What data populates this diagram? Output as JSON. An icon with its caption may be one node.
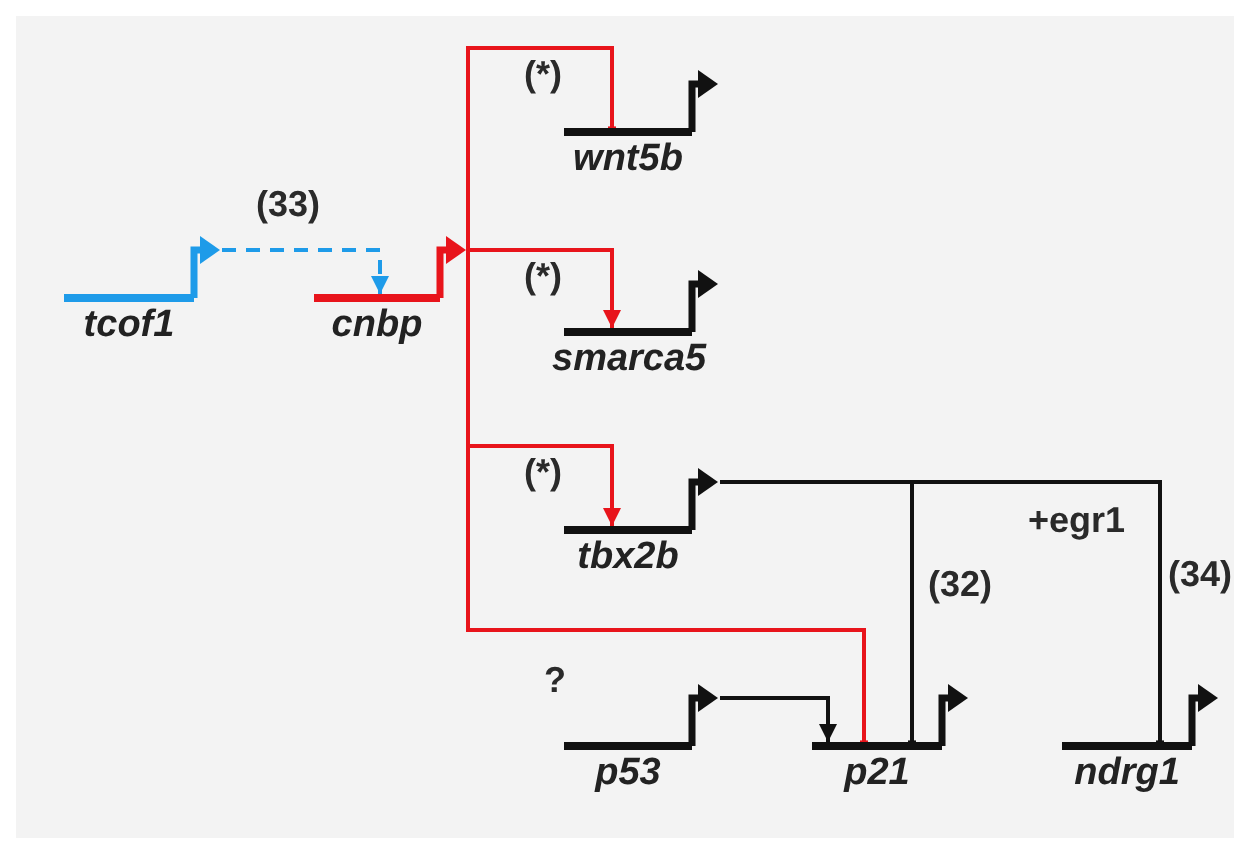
{
  "diagram": {
    "nodes": [
      {
        "text": [
          "tcof1"
        ]
      },
      {
        "text": [
          "cnbp"
        ]
      },
      {
        "text": [
          "wnt5b"
        ]
      },
      {
        "text": [
          "smarca5"
        ]
      },
      {
        "text": [
          "tbx2b"
        ]
      },
      {
        "text": [
          "p53"
        ]
      },
      {
        "text": [
          "p21"
        ]
      },
      {
        "text": [
          "ndrg1"
        ]
      }
    ],
    "edges": [
      {
        "from": 0,
        "to": 1,
        "arrow": "to",
        "label": "(33)",
        "style": "dashed",
        "color": "#1e9be9"
      },
      {
        "from": 1,
        "to": 2,
        "arrow": "other",
        "label": "(*)"
      },
      {
        "from": 1,
        "to": 3,
        "arrow": "to",
        "label": "(*)"
      },
      {
        "from": 1,
        "to": 4,
        "arrow": "to",
        "label": "(*)"
      },
      {
        "from": 1,
        "to": 6,
        "arrow": "other"
      },
      {
        "from": 5,
        "to": 6,
        "arrow": "to",
        "color": "#111111"
      },
      {
        "from": 4,
        "to": 6,
        "arrow": "other",
        "label": "(32)",
        "color": "#111111"
      },
      {
        "from": 4,
        "to": 7,
        "arrow": "other",
        "label": "(34)",
        "color": "#111111"
      }
    ],
    "labels": [
      "+egr1",
      "?"
    ]
  }
}
